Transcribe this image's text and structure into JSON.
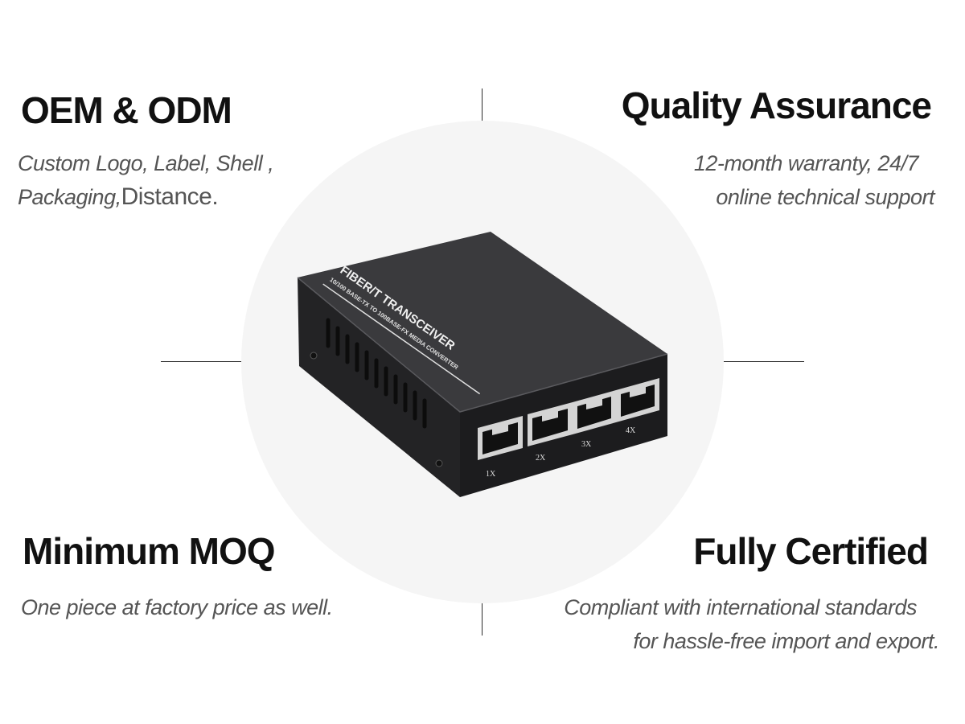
{
  "features": {
    "oem": {
      "title": "OEM & ODM",
      "line1": "Custom Logo, Label, Shell ,",
      "line2a": "Packaging,",
      "line2b": "Distance."
    },
    "quality": {
      "title": "Quality Assurance",
      "line1": "12-month warranty, 24/7",
      "line2": "online technical support"
    },
    "moq": {
      "title": "Minimum MOQ",
      "line1": "One piece at factory price as well."
    },
    "certified": {
      "title": "Fully Certified",
      "line1": "Compliant with international standards",
      "line2": "for hassle-free import and export."
    }
  },
  "device": {
    "brand_label": "FIBER/T TRANSCEIVER",
    "sub_label": "10/100 BASE-TX TO 100BASE-FX MEDIA CONVERTER",
    "ports": [
      "1X",
      "2X",
      "3X",
      "4X"
    ],
    "body_color": "#2a2a2c",
    "top_color": "#3a3a3d"
  }
}
